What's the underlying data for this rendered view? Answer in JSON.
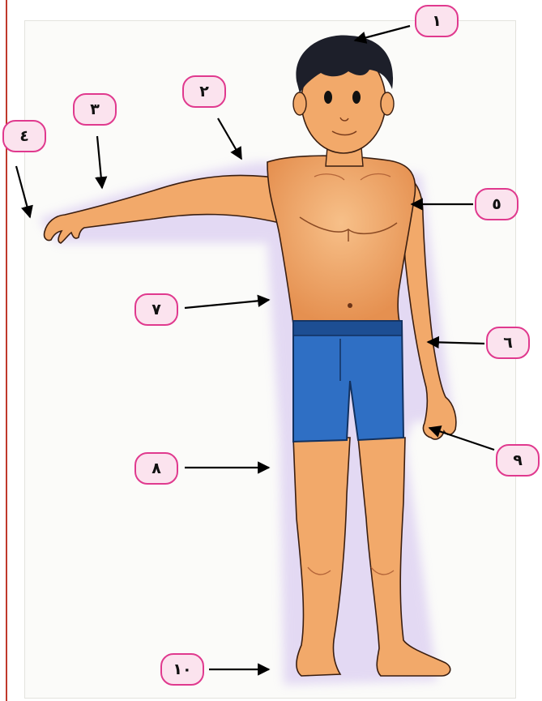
{
  "colors": {
    "skin": "#f2a96a",
    "skin_shadow": "#d9824a",
    "hair": "#1d1f2a",
    "shorts": "#2f6fc4",
    "shorts_dark": "#1d4e93",
    "label_border": "#e0398e",
    "label_fill": "#fbe3ee",
    "arrow": "#000000",
    "margin_line": "#c0392b"
  },
  "labels": [
    "١",
    "٢",
    "٣",
    "٤",
    "٥",
    "٦",
    "٧",
    "٨",
    "٩",
    "١٠"
  ]
}
